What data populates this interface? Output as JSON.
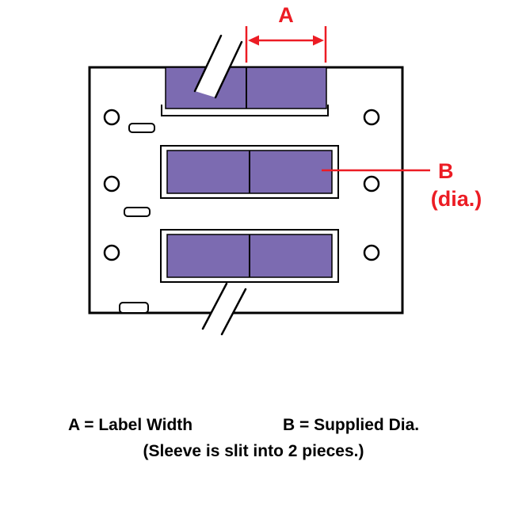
{
  "diagram": {
    "dimension_a_label": "A",
    "dimension_b_label": "B",
    "dimension_b_sub": "(dia.)"
  },
  "legend": {
    "a": "A = Label Width",
    "b": "B = Supplied Dia.",
    "note": "(Sleeve is slit into 2 pieces.)"
  },
  "colors": {
    "sleeve": "#7C6BB1",
    "dimension": "#EC1C24",
    "outline": "#000000"
  }
}
